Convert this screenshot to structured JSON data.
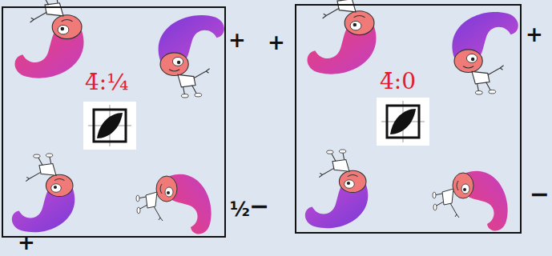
{
  "diagram": {
    "nodes": [
      {
        "text": [
          "4̄:¼"
        ]
      },
      {
        "text": [
          "4̄:0"
        ]
      }
    ],
    "labels": [
      "+",
      "+",
      "+",
      "½",
      "−",
      "−",
      "+"
    ]
  }
}
